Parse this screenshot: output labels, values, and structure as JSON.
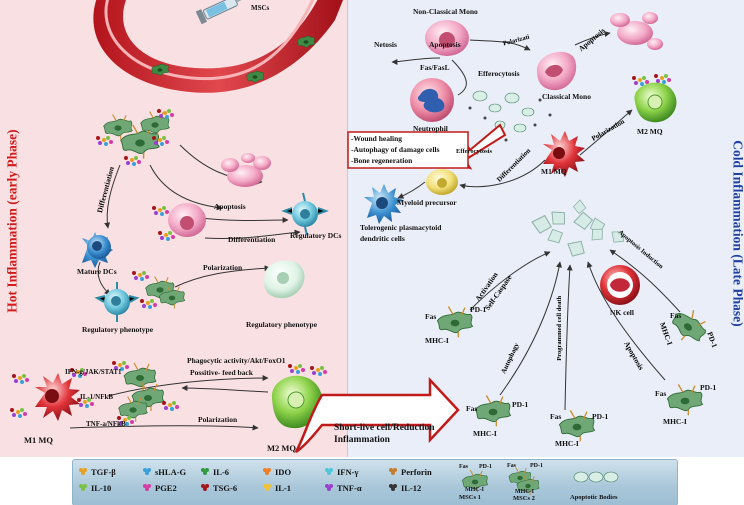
{
  "left_panel": {
    "title": "Hot Inflammation (early Phase)",
    "bg": "#f9e1e3",
    "title_color": "#d31b1b"
  },
  "right_panel": {
    "title": "Cold Inflammation (Late Phase)",
    "bg": "#e9eef8",
    "title_color": "#1e3fa3"
  },
  "labels": {
    "mscs": "MSCs",
    "differentiation_left": "Differentiation",
    "mature_dcs": "Mature DCs",
    "regulatory_phenotype_left": "Regulatory phenotype",
    "apoptosis_mid": "Apoptosis",
    "differentiation_mid": "Differentiation",
    "regulatory_dcs": "Regulatory DCs",
    "polarization_mid": "Polarization",
    "regulatory_phenotype_mid": "Regulatory phenotype",
    "phagocytic": "Phagocytic activity/Akt/FoxO1",
    "positive_feedback": "Possitive- feed back",
    "polarization_bottom": "Polarization",
    "ifn_jak": "IFN-g/JAK/STAT1",
    "il1_nfkb": "IL-1/NFkB",
    "tnf_nfkb": "TNF-a/NFkB",
    "m1_mq_left": "M1 MQ",
    "m2_mq_left": "M2 MQ",
    "short_live_1": "Short-live cell/Reduction",
    "short_live_2": "Inflammation",
    "non_classical_mono": "Non-Classical Mono",
    "netosis": "Netosis",
    "apoptosis_top": "Apoptosis",
    "fas_fasl": "Fas/FasL",
    "polarizati": "Polarizati",
    "apoptosis_right": "Apoptosis",
    "efferocytosis_top": "Efferocytosis",
    "classical_mono": "Classical Mono",
    "neutrophil": "Neutrophil",
    "wound_healing": "-Wound healing",
    "autophagy_damage": "-Autophagy of damage cells",
    "bone_regeneration": "-Bone regeneration",
    "efferocytosis_arrow": "Efferocytosis",
    "differentiation_right": "Differentiation",
    "polarization_right": "Polarization",
    "m2_mq_right": "M2 MQ",
    "m1_mq_right": "M1 MQ",
    "myeloid_precursor": "Myeloid precursor",
    "tolerogenic_1": "Tolerogenic plasmacytoid",
    "tolerogenic_2": "dendritic cells",
    "activation": "Activation",
    "self_caspase": "Self-Caspase",
    "apoptosis_induction": "Apoptosis Induction",
    "nk_cell": "NK cell",
    "autophagy": "Autophagy",
    "programmed_cell_death": "Programmed cell death",
    "apoptosis_bottom": "Apoptosis",
    "fas": "Fas",
    "pd1": "PD-1",
    "mhc1": "MHC-I"
  },
  "legend": {
    "items": [
      {
        "label": "TGF-β",
        "color": "#e8a020"
      },
      {
        "label": "IL-10",
        "color": "#7ac143"
      },
      {
        "label": "sHLA-G",
        "color": "#3aa0d8"
      },
      {
        "label": "PGE2",
        "color": "#d63ca5"
      },
      {
        "label": "IL-6",
        "color": "#2e9a3e"
      },
      {
        "label": "TSG-6",
        "color": "#a4161a"
      },
      {
        "label": "IDO",
        "color": "#ef7d22"
      },
      {
        "label": "IL-1",
        "color": "#f2c230"
      },
      {
        "label": "IFN-γ",
        "color": "#4fc6d8"
      },
      {
        "label": "TNF-α",
        "color": "#9b3fd0"
      },
      {
        "label": "Perforin",
        "color": "#c47d2a"
      },
      {
        "label": "IL-12",
        "color": "#333333"
      }
    ],
    "mscs1": "MSCs 1",
    "mscs2": "MSCs 2",
    "apoptotic_bodies": "Apoptotic Bodies",
    "small_fas": "Fas",
    "small_pd1": "PD-1",
    "small_mhc1": "MHC-I"
  }
}
